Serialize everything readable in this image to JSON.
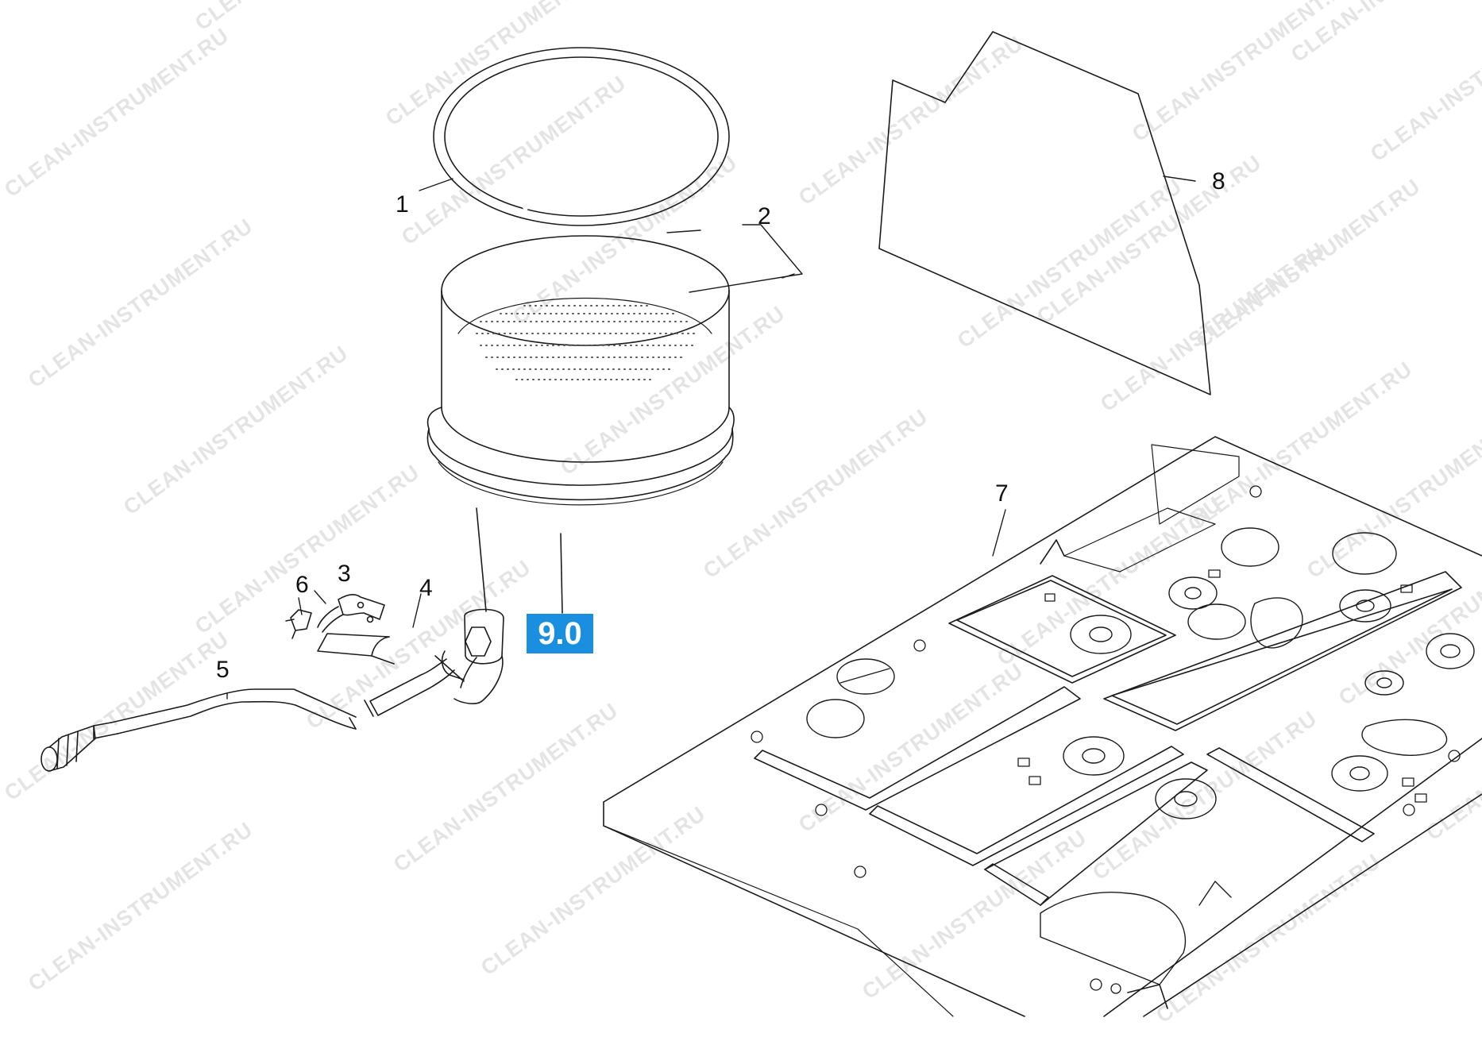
{
  "watermark": "CLEAN-INSTRUMENT.RU",
  "callouts": {
    "c1": "1",
    "c2": "2",
    "c3": "3",
    "c4": "4",
    "c5": "5",
    "c6": "6",
    "c7": "7",
    "c8": "8"
  },
  "reference_badge": "9.0",
  "colors": {
    "line": "#1c1c1c",
    "badge": "#1a8fe0",
    "badge_text": "#ffffff",
    "watermark": "#e4e4e4"
  }
}
